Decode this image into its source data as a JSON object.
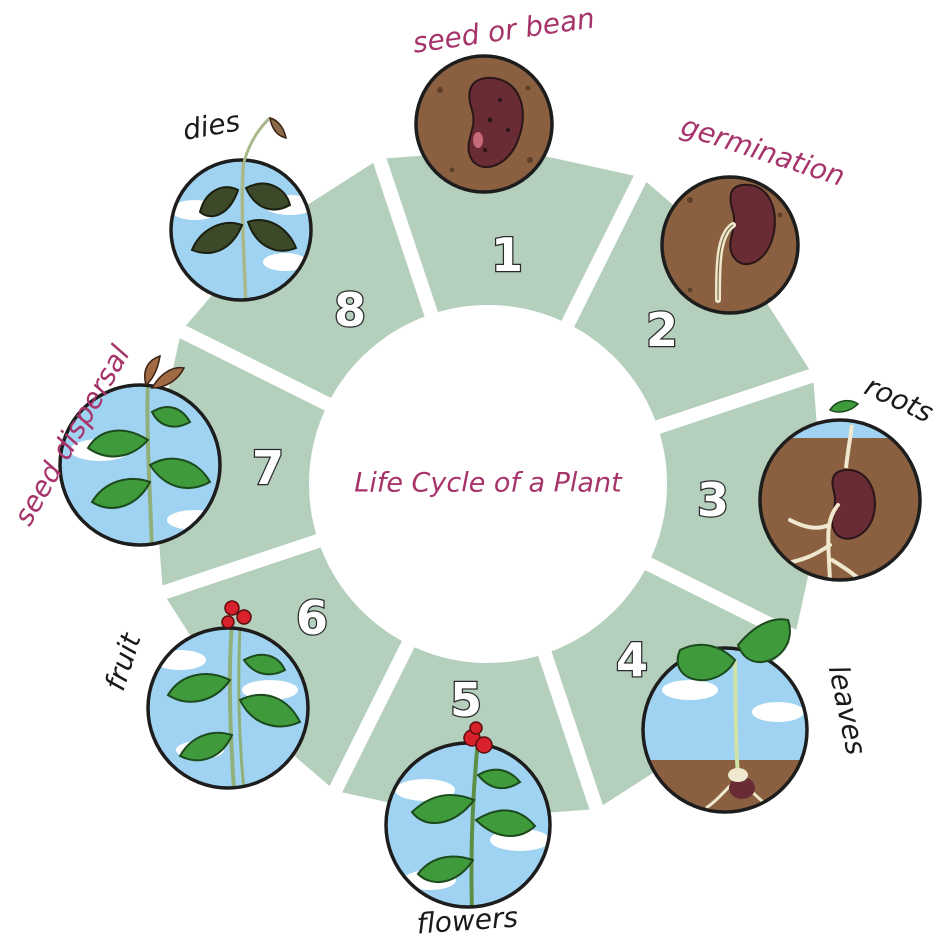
{
  "title": "Life Cycle of a Plant",
  "colors": {
    "segment": "#b5cfbd",
    "label_pink": "#a6336a",
    "label_black": "#1a1a1a",
    "soil": "#8a6040",
    "sky": "#9fd3f1",
    "bean": "#6a2c34",
    "leaf": "#3f9a3c",
    "flower": "#d8212a"
  },
  "stages": [
    {
      "number": "1",
      "label": "seed or bean",
      "label_color": "#a6336a",
      "scene": "bean-in-soil"
    },
    {
      "number": "2",
      "label": "germination",
      "label_color": "#a6336a",
      "scene": "germinating-bean"
    },
    {
      "number": "3",
      "label": "roots",
      "label_color": "#1a1a1a",
      "scene": "bean-with-roots"
    },
    {
      "number": "4",
      "label": "leaves",
      "label_color": "#1a1a1a",
      "scene": "seedling-with-leaves"
    },
    {
      "number": "5",
      "label": "flowers",
      "label_color": "#1a1a1a",
      "scene": "flowering-plant"
    },
    {
      "number": "6",
      "label": "fruit",
      "label_color": "#1a1a1a",
      "scene": "fruiting-plant"
    },
    {
      "number": "7",
      "label": "seed dispersal",
      "label_color": "#a6336a",
      "scene": "dispersing-plant"
    },
    {
      "number": "8",
      "label": "dies",
      "label_color": "#1a1a1a",
      "scene": "wilting-plant"
    }
  ]
}
